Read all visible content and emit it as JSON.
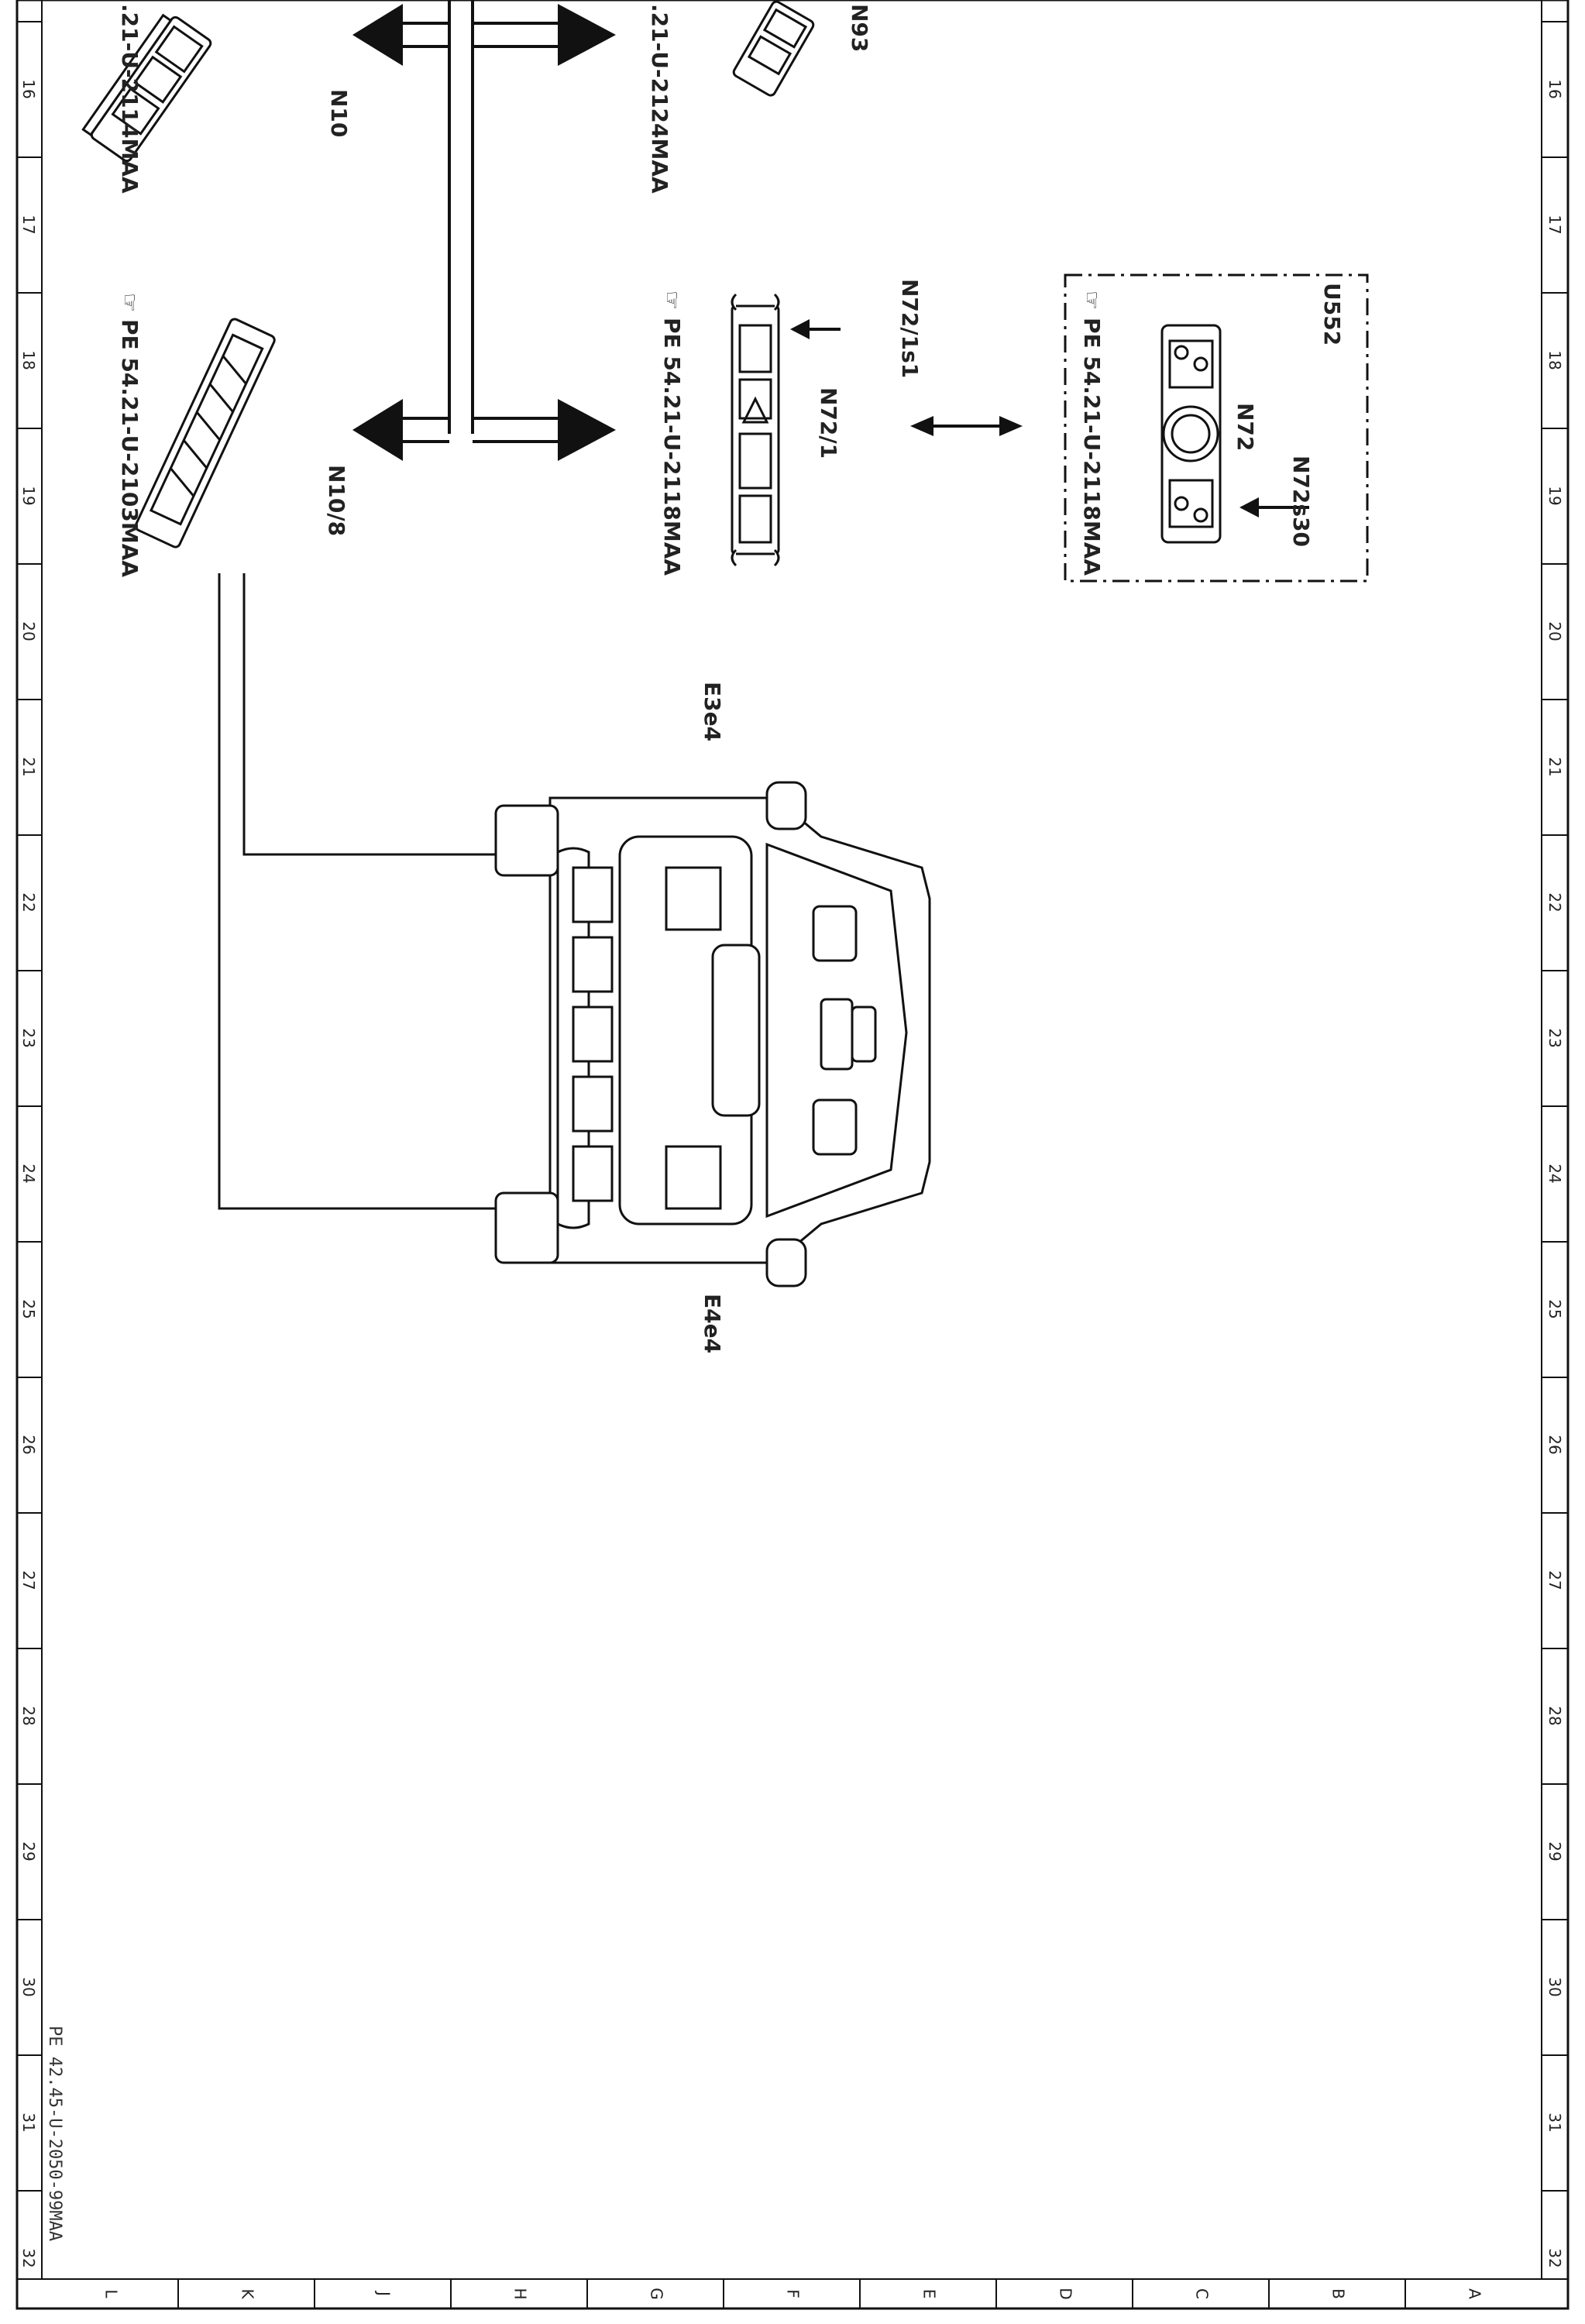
{
  "grid": {
    "rows": [
      "16",
      "17",
      "18",
      "19",
      "20",
      "21",
      "22",
      "23",
      "24",
      "25",
      "26",
      "27",
      "28",
      "29",
      "30",
      "31",
      "32"
    ],
    "cols": [
      "L",
      "K",
      "J",
      "H",
      "G",
      "F",
      "E",
      "D",
      "C",
      "B",
      "A"
    ]
  },
  "labels": {
    "top_left_ref": ".21-U-2114MAA",
    "n10": "N10",
    "center_ref_top": ".21-U-2124MAA",
    "n93": "N93",
    "n10_8": "N10/8",
    "n10_8_ref": "PE  54.21-U-2103MAA",
    "n72_1": "N72/1",
    "n72_1_ref": "PE  54.21-U-2118MAA",
    "n72_1s1": "N72/1s1",
    "u552": "U552",
    "n72": "N72",
    "n72s30": "N72s30",
    "u552_ref": "PE  54.21-U-2118MAA",
    "e3e4": "E3e4",
    "e4e4": "E4e4",
    "doc_ref": "PE 42.45-U-2050-99MAA"
  },
  "icons": {
    "hand": "pointing-hand-icon"
  }
}
